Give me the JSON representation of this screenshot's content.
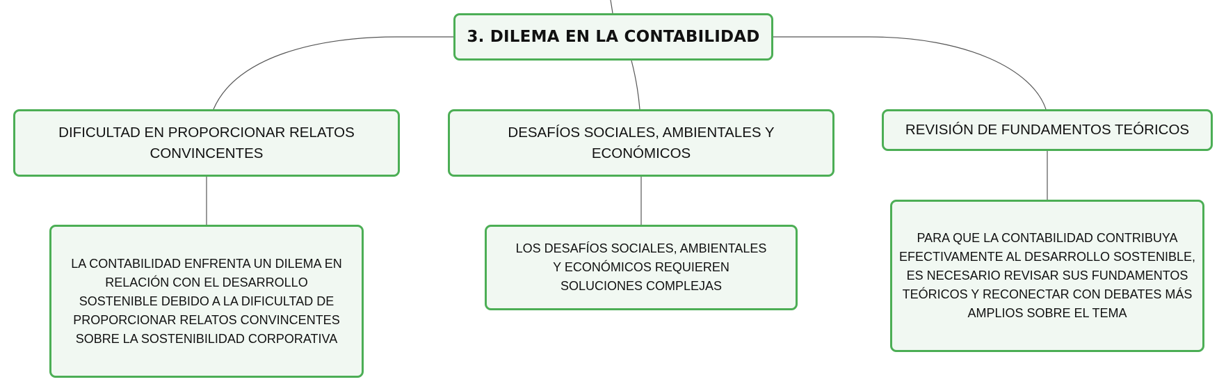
{
  "diagram": {
    "root": {
      "label": "3. DILEMA EN LA CONTABILIDAD"
    },
    "branches": [
      {
        "label": "DIFICULTAD EN PROPORCIONAR RELATOS CONVINCENTES",
        "detail": "LA CONTABILIDAD ENFRENTA UN DILEMA EN RELACIÓN CON EL DESARROLLO SOSTENIBLE DEBIDO A LA DIFICULTAD DE PROPORCIONAR RELATOS CONVINCENTES SOBRE LA SOSTENIBILIDAD CORPORATIVA"
      },
      {
        "label": "DESAFÍOS SOCIALES, AMBIENTALES Y ECONÓMICOS",
        "detail": "LOS DESAFÍOS SOCIALES, AMBIENTALES Y ECONÓMICOS REQUIEREN SOLUCIONES COMPLEJAS"
      },
      {
        "label": "REVISIÓN DE FUNDAMENTOS TEÓRICOS",
        "detail": "PARA QUE LA CONTABILIDAD CONTRIBUYA EFECTIVAMENTE AL DESARROLLO SOSTENIBLE, ES NECESARIO REVISAR SUS FUNDAMENTOS TEÓRICOS Y RECONECTAR CON DEBATES MÁS AMPLIOS SOBRE EL TEMA"
      }
    ]
  },
  "colors": {
    "node_border": "#4cae55",
    "node_fill": "#f1f8f2",
    "connector": "#555555",
    "text": "#111111"
  }
}
